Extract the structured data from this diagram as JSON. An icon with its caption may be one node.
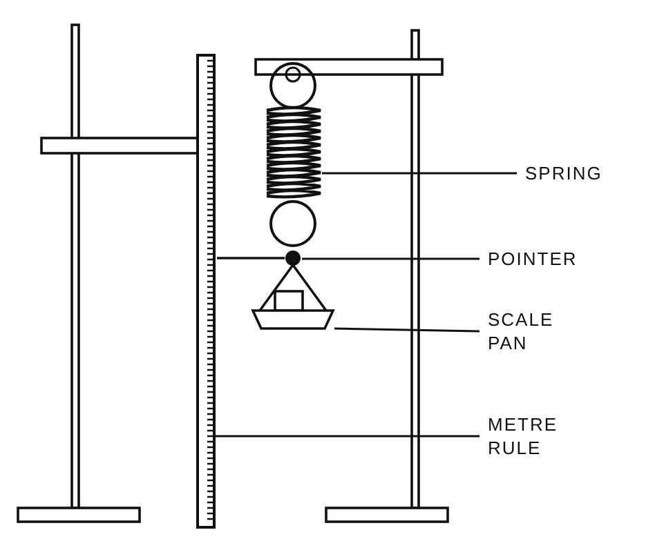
{
  "diagram": {
    "nodes": [
      {
        "text": [
          "SPRING"
        ]
      },
      {
        "text": [],
        "shape": "picture"
      },
      {
        "text": [
          "POINTER"
        ]
      },
      {
        "text": [],
        "shape": "picture"
      },
      {
        "text": [
          "SCALE PAN"
        ]
      },
      {
        "text": [],
        "shape": "picture"
      },
      {
        "text": [
          "METRE RULE"
        ]
      },
      {
        "text": [],
        "shape": "picture"
      }
    ],
    "edges": [
      {
        "from": 0,
        "to": 1,
        "arrow": "none"
      },
      {
        "from": 2,
        "to": 3,
        "arrow": "none"
      },
      {
        "from": 4,
        "to": 5,
        "arrow": "none"
      },
      {
        "from": 6,
        "to": 7,
        "arrow": "none"
      }
    ]
  }
}
